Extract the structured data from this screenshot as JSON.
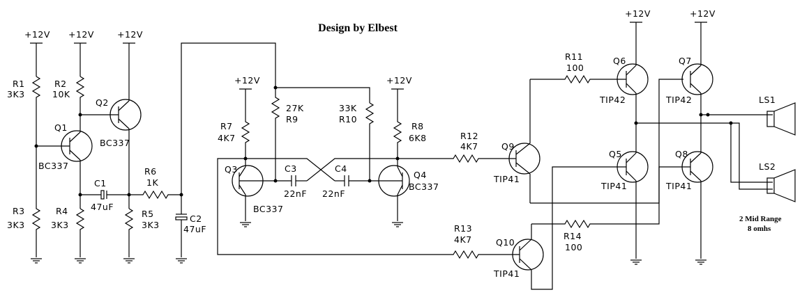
{
  "title": "Design by Elbest",
  "supply": "+12V",
  "note": [
    "2 Mid Range",
    "8 omhs"
  ],
  "parts": {
    "R1": "R1",
    "R1v": "3K3",
    "R2": "R2",
    "R2v": "10K",
    "R3": "R3",
    "R3v": "3K3",
    "R4": "R4",
    "R4v": "3K3",
    "R5": "R5",
    "R5v": "3K3",
    "R6": "R6",
    "R6v": "1K",
    "R7": "R7",
    "R7v": "4K7",
    "R8": "R8",
    "R8v": "6K8",
    "R9": "R9",
    "R9v": "27K",
    "R10": "R10",
    "R10v": "33K",
    "R11": "R11",
    "R11v": "100",
    "R12": "R12",
    "R12v": "4K7",
    "R13": "R13",
    "R13v": "4K7",
    "R14": "R14",
    "R14v": "100",
    "C1": "C1",
    "C1v": "47uF",
    "C2": "C2",
    "C2v": "47uF",
    "C3": "C3",
    "C3v": "22nF",
    "C4": "C4",
    "C4v": "22nF",
    "Q1": "Q1",
    "Q1v": "BC337",
    "Q2": "Q2",
    "Q2v": "BC337",
    "Q3": "Q3",
    "Q3v": "BC337",
    "Q4": "Q4",
    "Q4v": "BC337",
    "Q5": "Q5",
    "Q5v": "TIP41",
    "Q6": "Q6",
    "Q6v": "TIP42",
    "Q7": "Q7",
    "Q7v": "TIP42",
    "Q8": "Q8",
    "Q8v": "TIP41",
    "Q9": "Q9",
    "Q9v": "TIP41",
    "Q10": "Q10",
    "Q10v": "TIP41",
    "LS1": "LS1",
    "LS2": "LS2"
  }
}
